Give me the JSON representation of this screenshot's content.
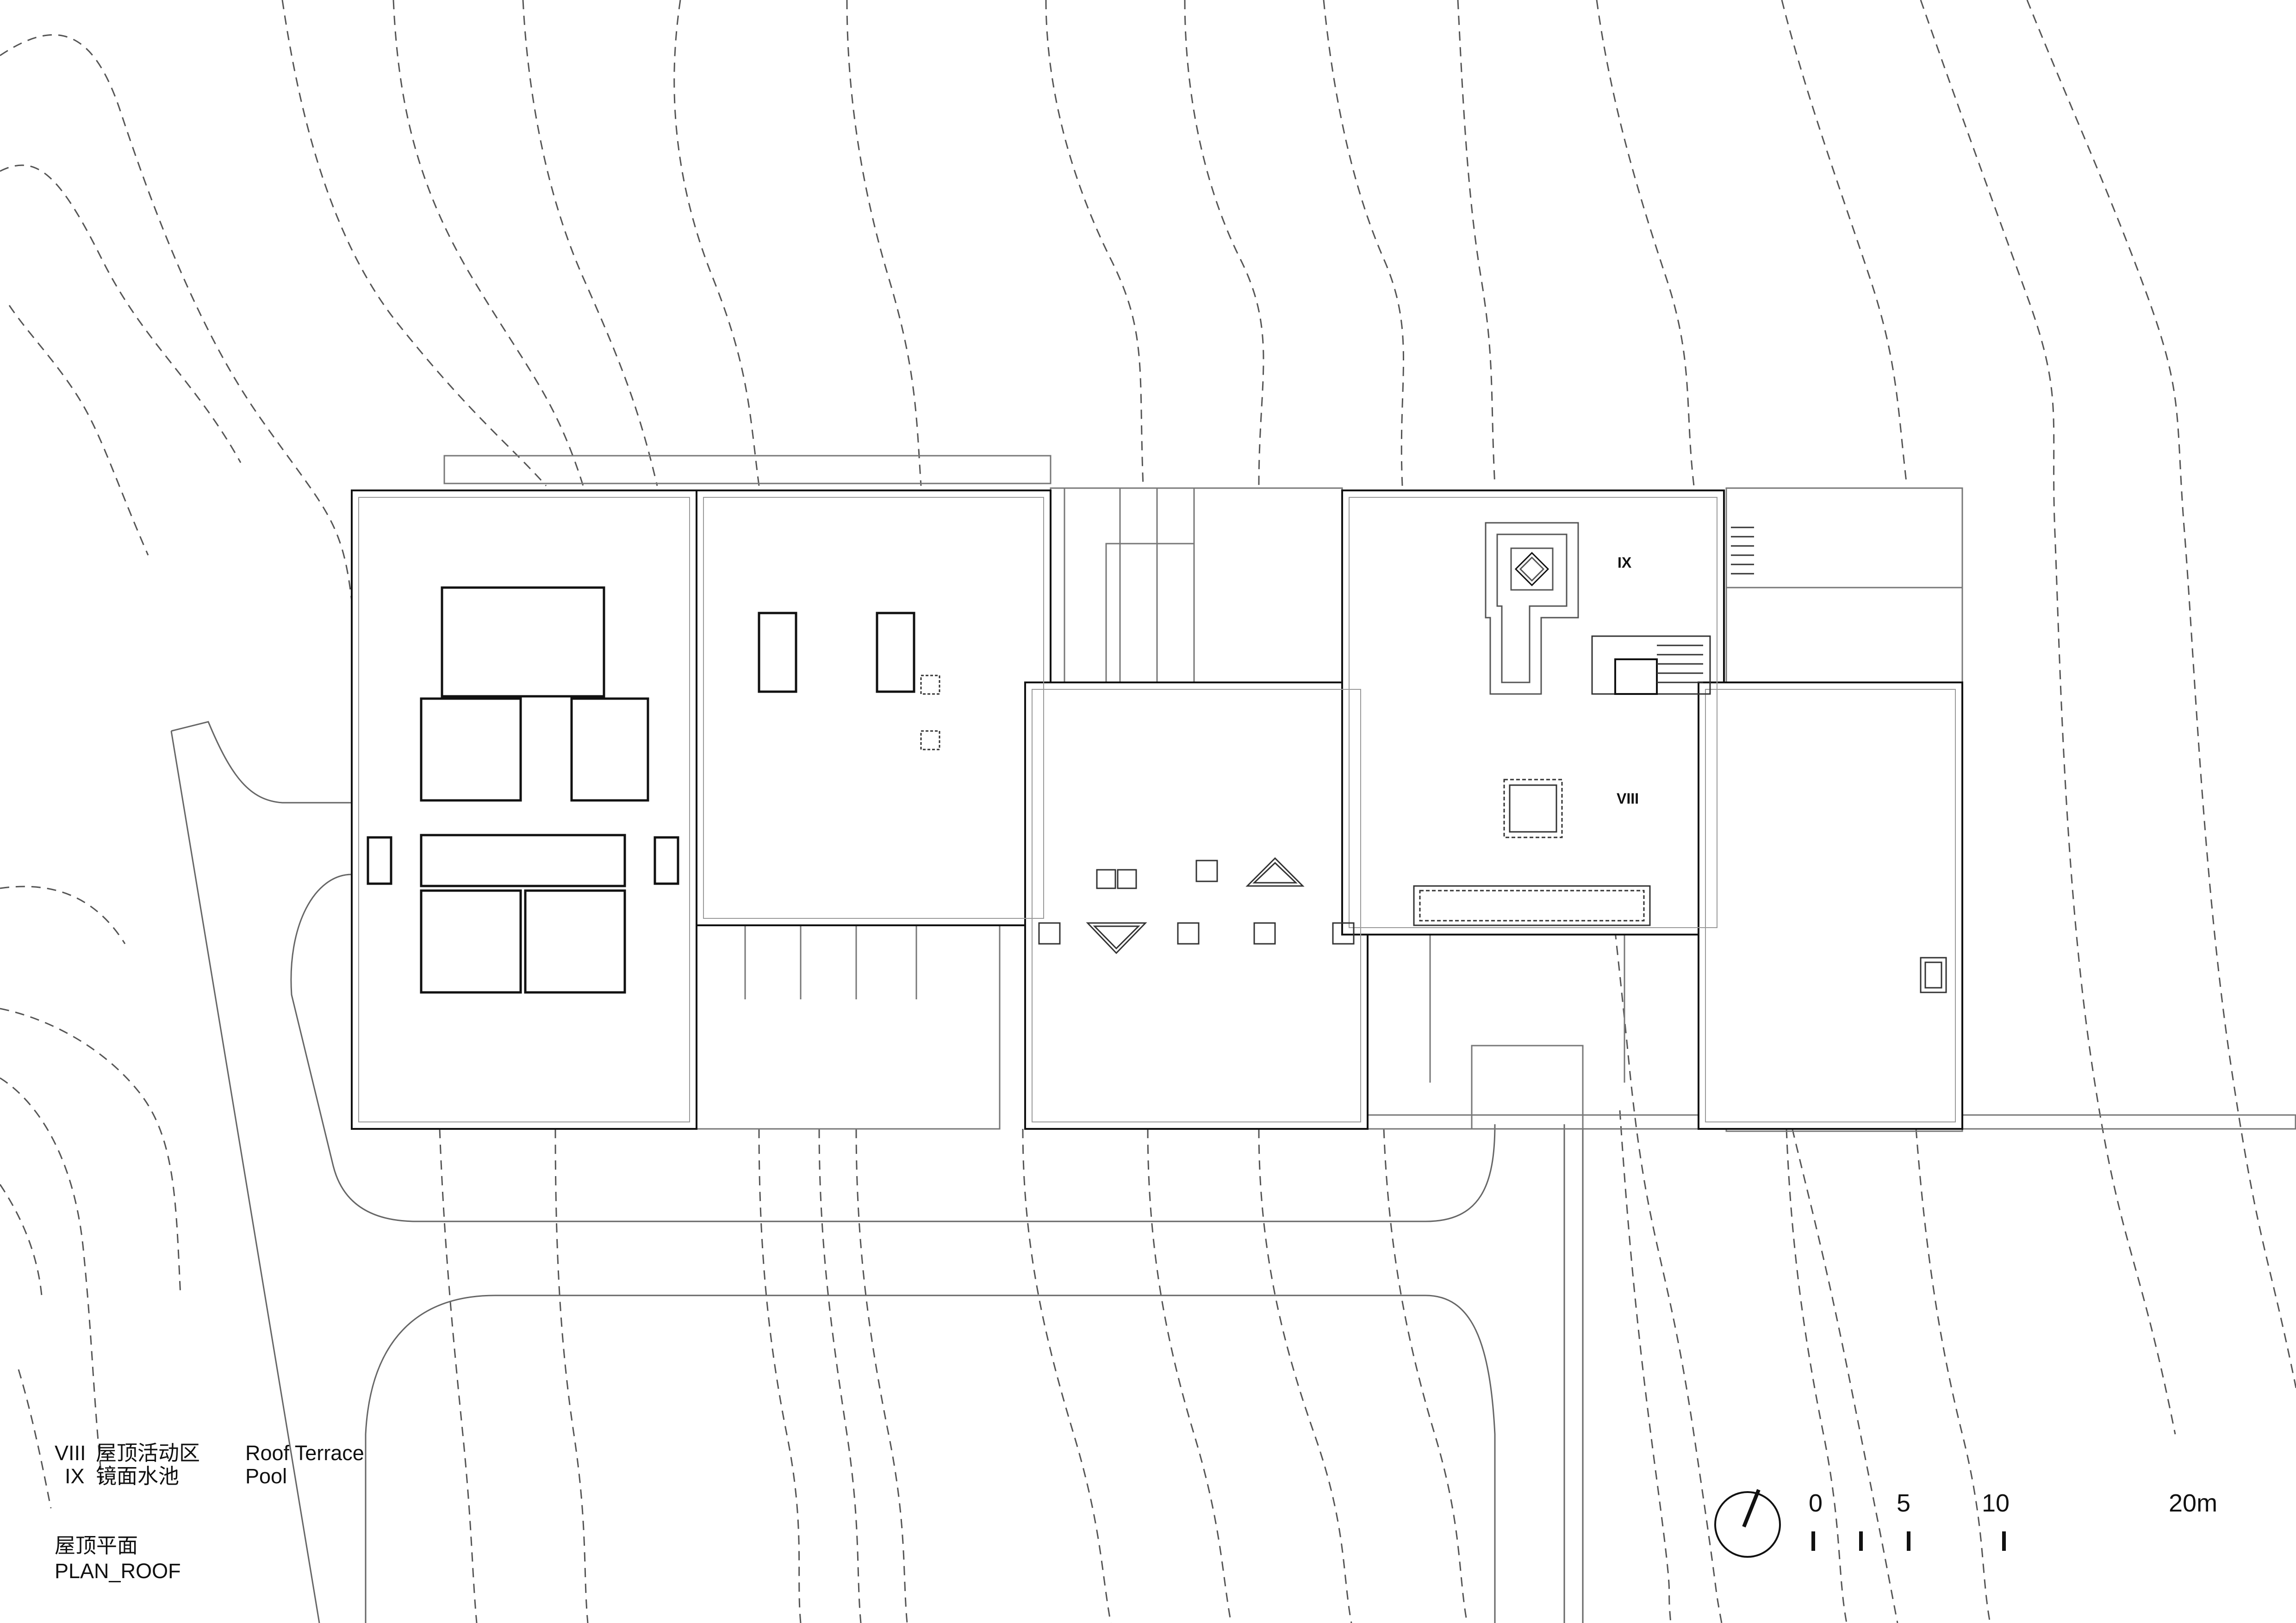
{
  "plan": {
    "labels": {
      "zone_viii": "VIII",
      "zone_ix": "IX"
    }
  },
  "legend": [
    {
      "code": "VIII",
      "zh": "屋顶活动区",
      "en": "Roof Terrace"
    },
    {
      "code": "IX",
      "zh": "镜面水池",
      "en": "Pool"
    }
  ],
  "title": {
    "zh": "屋顶平面",
    "en": "PLAN_ROOF"
  },
  "scale_bar": {
    "ticks": [
      {
        "value": 0,
        "label": "0"
      },
      {
        "value": 5,
        "label": "5"
      },
      {
        "value": 10,
        "label": "10"
      },
      {
        "value": 20,
        "label": "20m"
      }
    ]
  },
  "north_arrow": {
    "icon": "north-arrow-icon"
  }
}
